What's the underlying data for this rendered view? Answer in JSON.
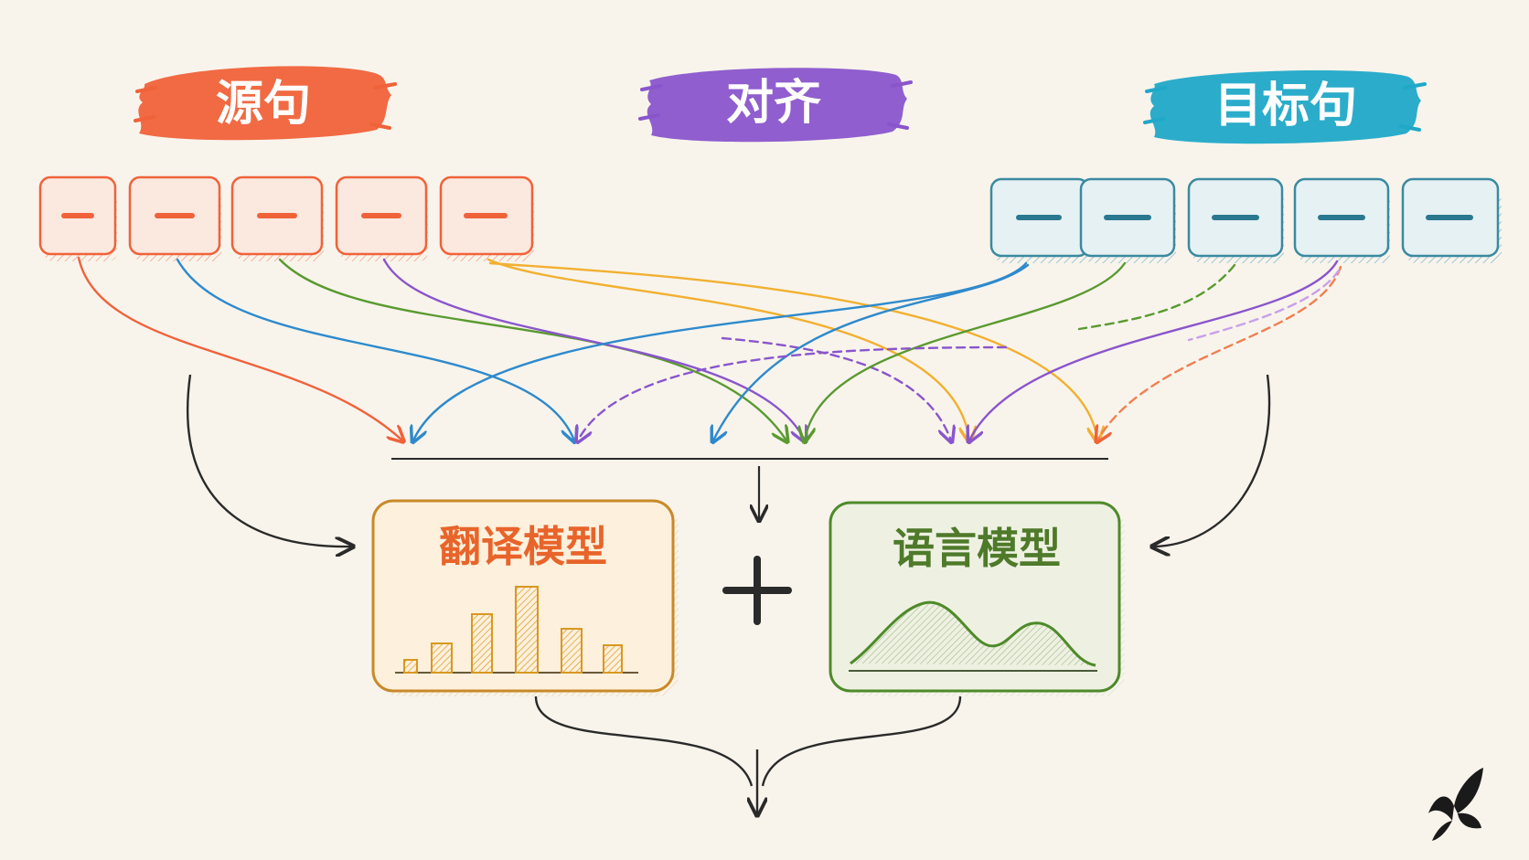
{
  "labels": {
    "source": "源句",
    "alignment": "对齐",
    "target": "目标句"
  },
  "models": {
    "translation": "翻译模型",
    "language": "语言模型",
    "plus": "+"
  },
  "tokens": {
    "source_count": 5,
    "target_count": 5,
    "glyph": "—"
  },
  "colors": {
    "background": "#f8f4ec",
    "source": "#f0623a",
    "alignment": "#8a55cc",
    "target": "#20a8c8",
    "translation": "#e8782a",
    "translation_bars": "#f2b83a",
    "language": "#4e8a2a",
    "link_orange": "#f0623a",
    "link_blue": "#2e8acc",
    "link_green": "#5a9a30",
    "link_purple": "#8a55cc",
    "link_yellow": "#f2b030",
    "ink": "#2a2a2a"
  },
  "icons": {
    "brand": "butterfly-icon"
  }
}
